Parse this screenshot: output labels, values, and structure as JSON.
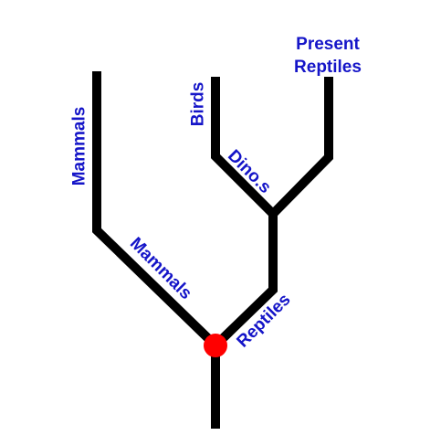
{
  "labels": {
    "present_reptiles_line1": "Present",
    "present_reptiles_line2": "Reptiles",
    "birds": "Birds",
    "dinos": "Dino.s",
    "mammals_top": "Mammals",
    "mammals_branch": "Mammals",
    "reptiles_branch": "Reptiles"
  },
  "colors": {
    "branch": "#000000",
    "label": "#1515c8",
    "root_node": "#ff0000"
  }
}
